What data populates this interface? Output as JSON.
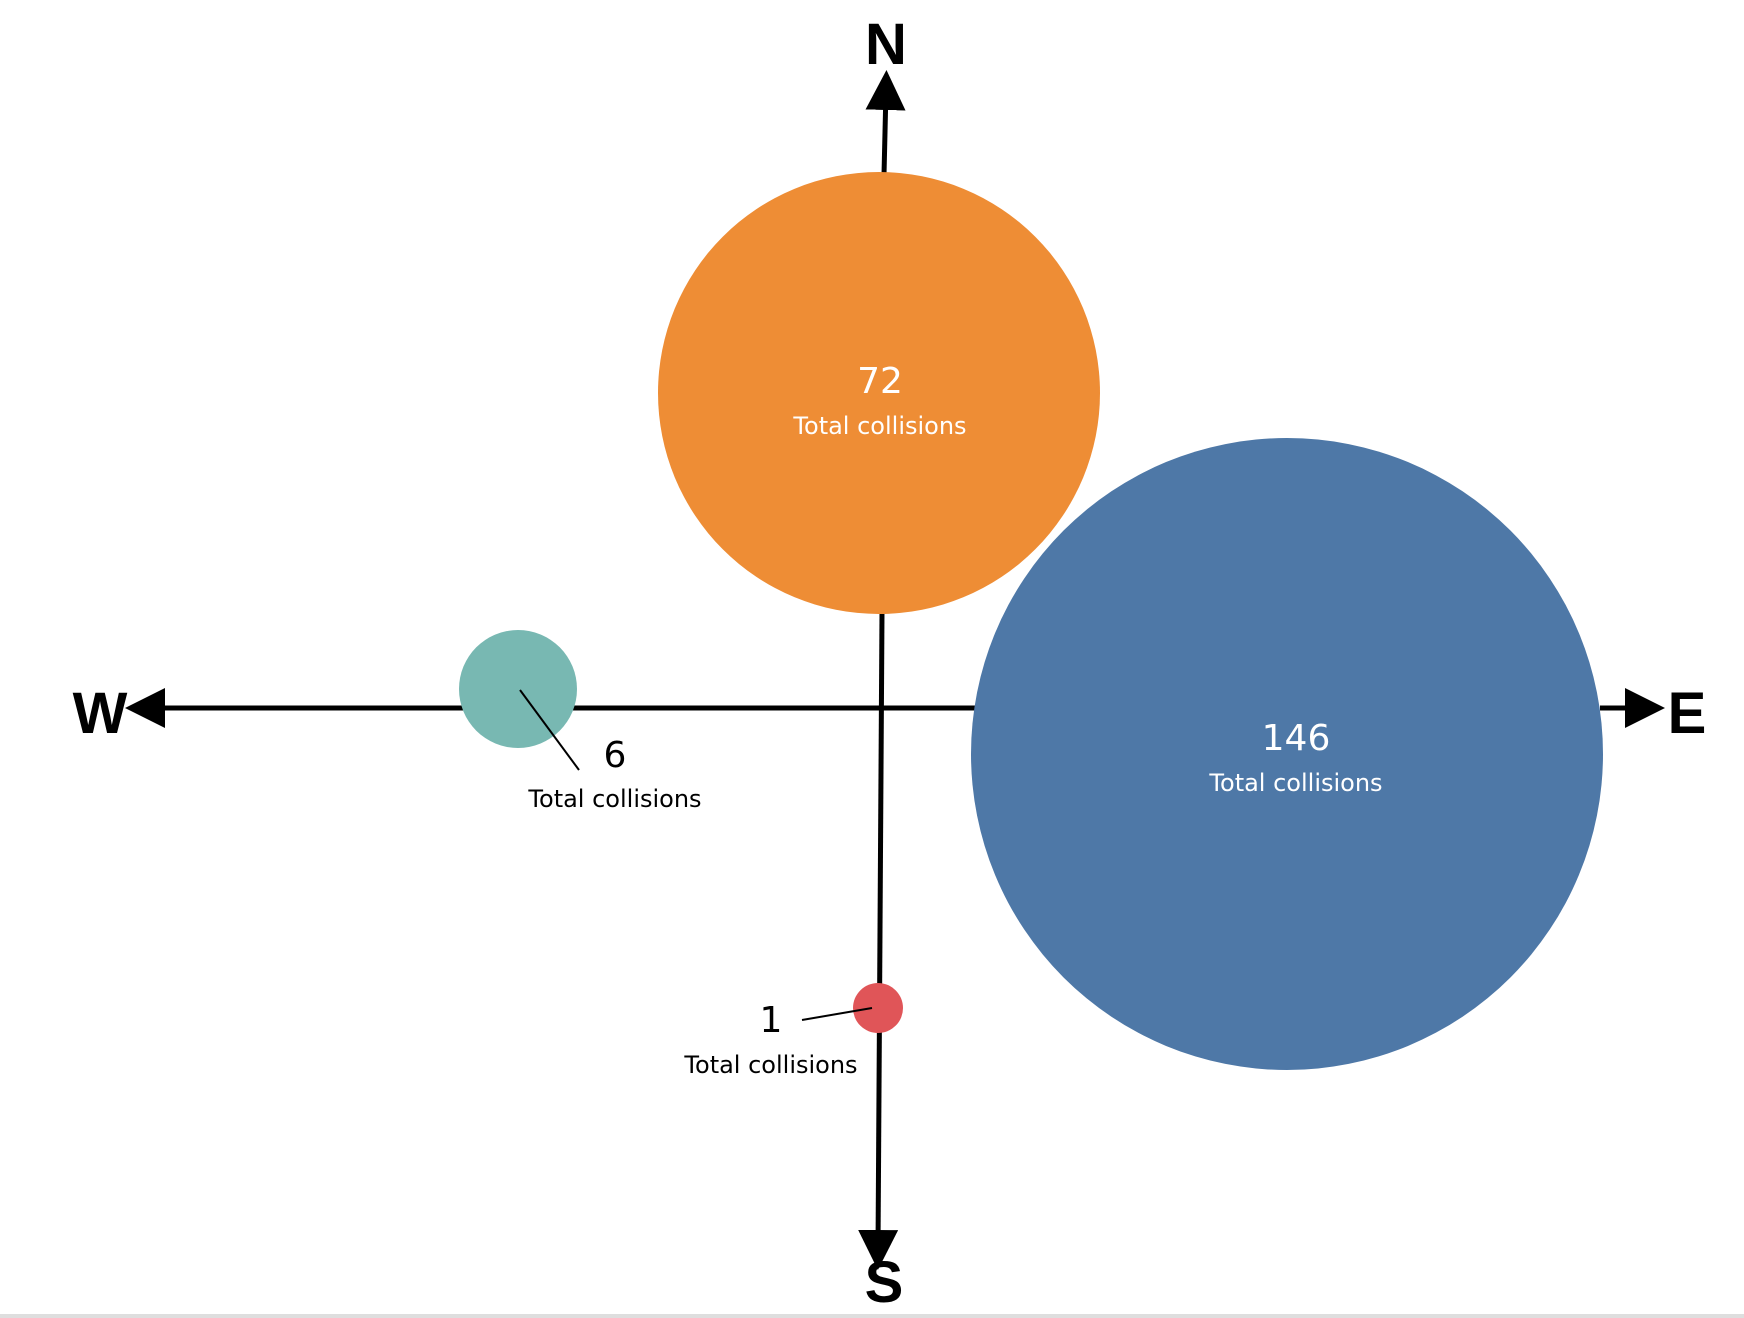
{
  "directions": {
    "north": "N",
    "south": "S",
    "east": "E",
    "west": "W"
  },
  "unit_label": "Total collisions",
  "bubbles": [
    {
      "id": "north",
      "direction": "N",
      "value": 72,
      "color": "#EE8D35",
      "label_color": "#ffffff"
    },
    {
      "id": "east",
      "direction": "E",
      "value": 146,
      "color": "#4E78A7",
      "label_color": "#ffffff"
    },
    {
      "id": "west",
      "direction": "W",
      "value": 6,
      "color": "#78B8B2",
      "label_color": "#000000"
    },
    {
      "id": "south",
      "direction": "S",
      "value": 1,
      "color": "#E05558",
      "label_color": "#000000"
    }
  ],
  "axis_color": "#000000"
}
